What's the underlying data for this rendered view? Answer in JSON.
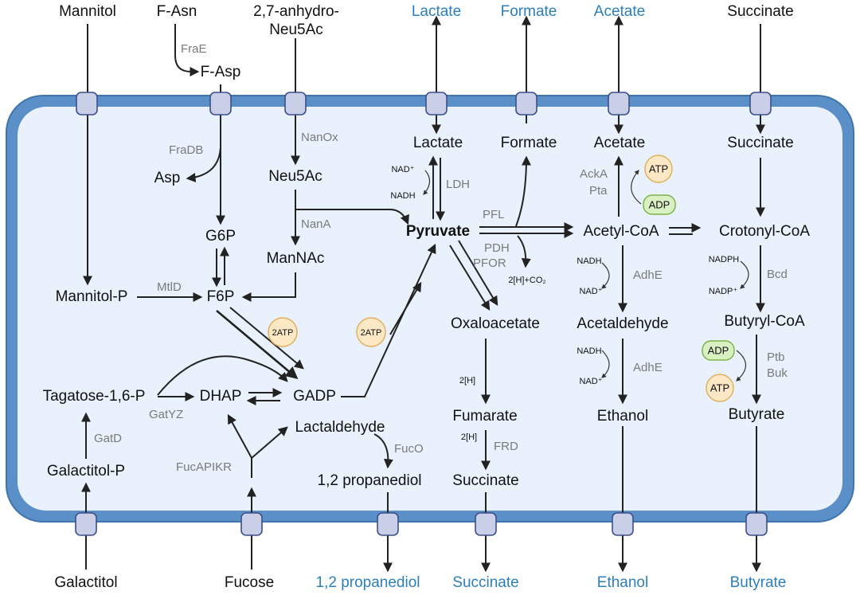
{
  "colors": {
    "external_product": "#2c7fb8",
    "cell_fill": "#e9f2fc",
    "cell_membrane": "#5a8fc7",
    "atp_fill": "#fde8c6",
    "adp_fill": "#d9f0c2",
    "enzyme_text": "#7a7a7a"
  },
  "external": {
    "mannitol": "Mannitol",
    "f_asn": "F-Asn",
    "anhydro_line1": "2,7-anhydro-",
    "anhydro_line2": "Neu5Ac",
    "lactate": "Lactate",
    "formate": "Formate",
    "acetate": "Acetate",
    "succinate_top": "Succinate",
    "galactitol": "Galactitol",
    "fucose": "Fucose",
    "propanediol": "1,2 propanediol",
    "succinate_bottom": "Succinate",
    "ethanol": "Ethanol",
    "butyrate": "Butyrate"
  },
  "metabolites": {
    "f_asp": "F-Asp",
    "asp": "Asp",
    "g6p": "G6P",
    "f6p": "F6P",
    "mannitol_p": "Mannitol-P",
    "neu5ac": "Neu5Ac",
    "mannac": "ManNAc",
    "gadp": "GADP",
    "dhap": "DHAP",
    "tagatose": "Tagatose-1,6-P",
    "galactitol_p": "Galactitol-P",
    "lactaldehyde": "Lactaldehyde",
    "propanediol": "1,2 propanediol",
    "pyruvate": "Pyruvate",
    "lactate": "Lactate",
    "formate": "Formate",
    "oxaloacetate": "Oxaloacetate",
    "fumarate": "Fumarate",
    "succinate": "Succinate",
    "acetate": "Acetate",
    "acetyl_coa": "Acetyl-CoA",
    "acetaldehyde": "Acetaldehyde",
    "ethanol": "Ethanol",
    "succinate_right": "Succinate",
    "crotonyl_coa": "Crotonyl-CoA",
    "butyryl_coa": "Butyryl-CoA",
    "butyrate": "Butyrate"
  },
  "enzymes": {
    "frae": "FraE",
    "fradb": "FraDB",
    "mtld": "MtlD",
    "nanox": "NanOx",
    "nana": "NanA",
    "gatyz": "GatYZ",
    "gatd": "GatD",
    "fucapikr": "FucAPIKR",
    "fuco": "FucO",
    "ldh": "LDH",
    "pfl": "PFL",
    "pdh": "PDH",
    "pfor": "PFOR",
    "frd": "FRD",
    "acka": "AckA",
    "pta": "Pta",
    "adhe1": "AdhE",
    "adhe2": "AdhE",
    "bcd": "Bcd",
    "ptb": "Ptb",
    "buk": "Buk"
  },
  "cofactors": {
    "nad_plus_ldh": "NAD⁺",
    "nadh_ldh": "NADH",
    "h_co2": "2[H]+CO₂",
    "h_oxalo": "2[H]",
    "h_fum": "2[H]",
    "nadh_adhe1": "NADH",
    "nad_adhe1": "NAD⁺",
    "nadh_adhe2": "NADH",
    "nad_adhe2": "NAD⁺",
    "nadph": "NADPH",
    "nadp": "NADP⁺",
    "atp_2_left": "2ATP",
    "atp_2_right": "2ATP",
    "atp_acetate": "ATP",
    "adp_acetate": "ADP",
    "adp_butyrate": "ADP",
    "atp_butyrate": "ATP"
  }
}
